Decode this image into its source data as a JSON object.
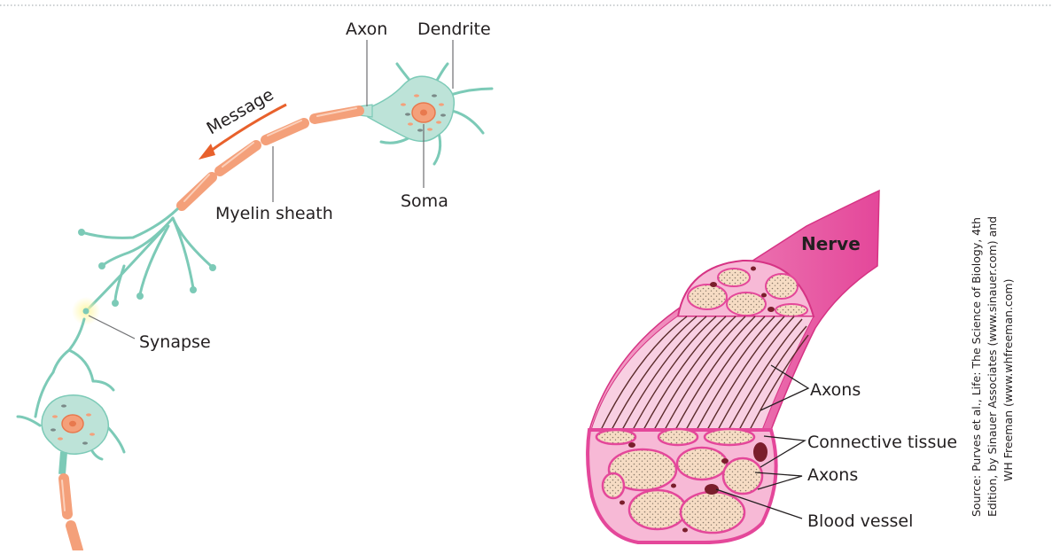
{
  "neuron": {
    "labels": {
      "axon": "Axon",
      "dendrite": "Dendrite",
      "message": "Message",
      "myelin_sheath": "Myelin sheath",
      "soma": "Soma",
      "synapse": "Synapse"
    }
  },
  "nerve": {
    "labels": {
      "nerve": "Nerve",
      "axons_top": "Axons",
      "connective_tissue": "Connective tissue",
      "axons_bottom": "Axons",
      "blood_vessel": "Blood vessel"
    }
  },
  "source": {
    "line1": "Source:  Purves et al., Life: The Science of Biology, 4th",
    "line2": "Edition, by Sinauer Associates (www.sinauer.com) and",
    "line3": "WH Freeman (www.whfreeman.com)"
  },
  "colors": {
    "neuron_body": "#bde3d8",
    "neuron_outline": "#7ccab7",
    "myelin": "#f4a07a",
    "myelin_outline": "#e8794e",
    "arrow": "#e8612c",
    "nerve_pink": "#e4479a",
    "nerve_light": "#f7b9d6",
    "axon_fill": "#f6dcc4",
    "vessel": "#7a1e2c"
  }
}
